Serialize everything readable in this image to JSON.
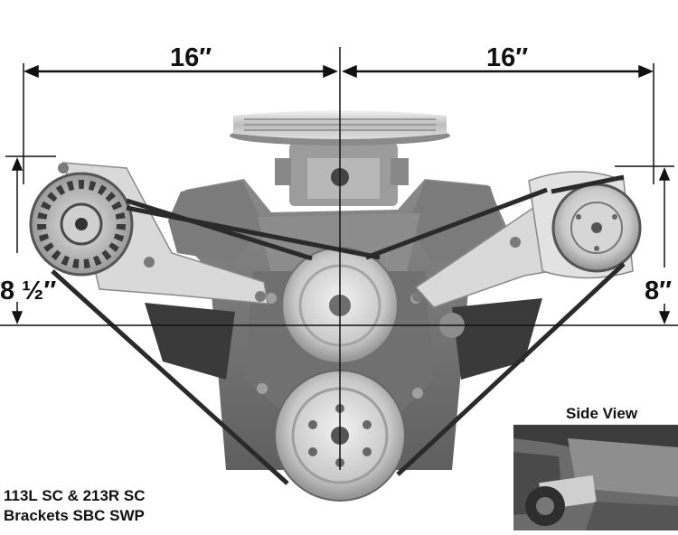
{
  "dimensions": {
    "top_left": "16″",
    "top_right": "16″",
    "left_height": "8 ½″",
    "right_height": "8″"
  },
  "caption": {
    "line1": "113L SC & 213R SC",
    "line2": "Brackets SBC SWP"
  },
  "inset": {
    "title": "Side View"
  },
  "image": {
    "subject": "engine-with-alternator-and-ac-compressor-brackets",
    "palette": [
      "#ffffff",
      "#111111",
      "#5a5a5a",
      "#9a9a9a",
      "#d8d8d8"
    ]
  }
}
